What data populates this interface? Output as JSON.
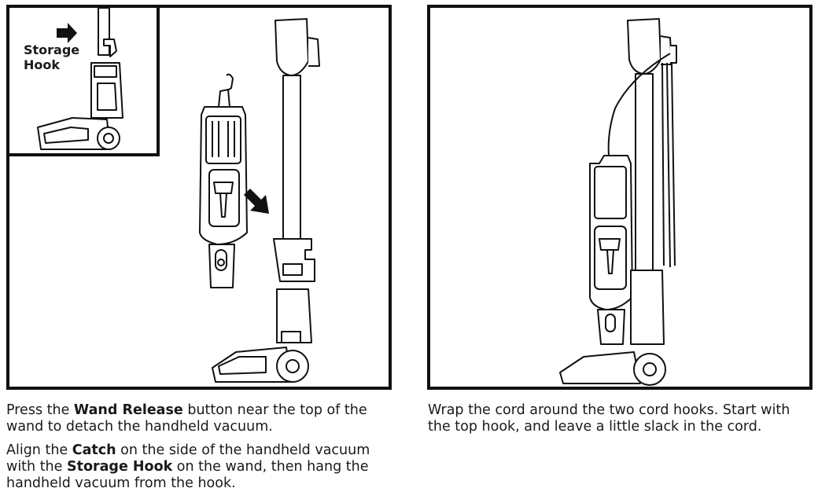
{
  "inset": {
    "label_line1": "Storage",
    "label_line2": "Hook"
  },
  "caption_left": {
    "p1": {
      "pre": "Press the ",
      "bold": "Wand Release",
      "post": " button near the top of the wand to detach the handheld vacuum."
    },
    "p2": {
      "pre": "Align the ",
      "bold1": "Catch",
      "mid": " on the side of the handheld vacuum with the ",
      "bold2": "Storage Hook",
      "post": " on the wand, then hang the handheld vacuum from the hook."
    }
  },
  "caption_right": {
    "text": "Wrap the cord around the two cord hooks. Start with the top hook, and leave a little slack in the cord."
  },
  "icons": [
    "arrow-right-icon",
    "arrow-diagonal-icon"
  ]
}
